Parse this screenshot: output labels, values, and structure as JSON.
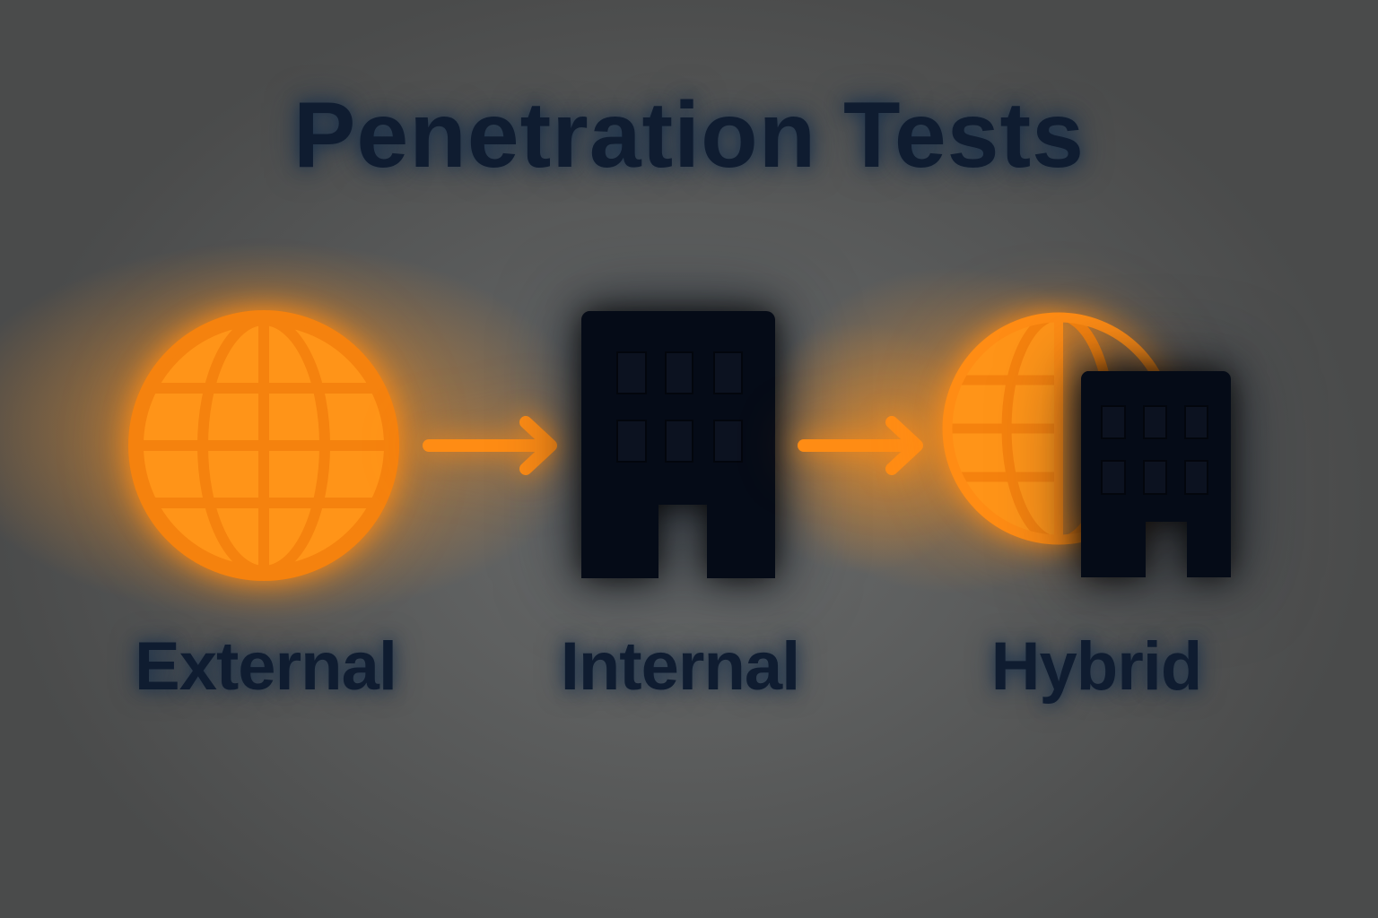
{
  "title": "Penetration Tests",
  "colors": {
    "accent_orange": "#ff8c14",
    "dark_navy": "#0f1c30",
    "building_fill": "#050b17",
    "window_fill": "#0c1220",
    "background": "#5a5c5c"
  },
  "flow": [
    {
      "label": "External",
      "icon": "globe-icon"
    },
    {
      "label": "Internal",
      "icon": "building-icon"
    },
    {
      "label": "Hybrid",
      "icon": "globe-building-icon"
    }
  ],
  "connectors": [
    {
      "from": "External",
      "to": "Internal",
      "icon": "arrow-right-icon"
    },
    {
      "from": "Internal",
      "to": "Hybrid",
      "icon": "arrow-right-icon"
    }
  ]
}
